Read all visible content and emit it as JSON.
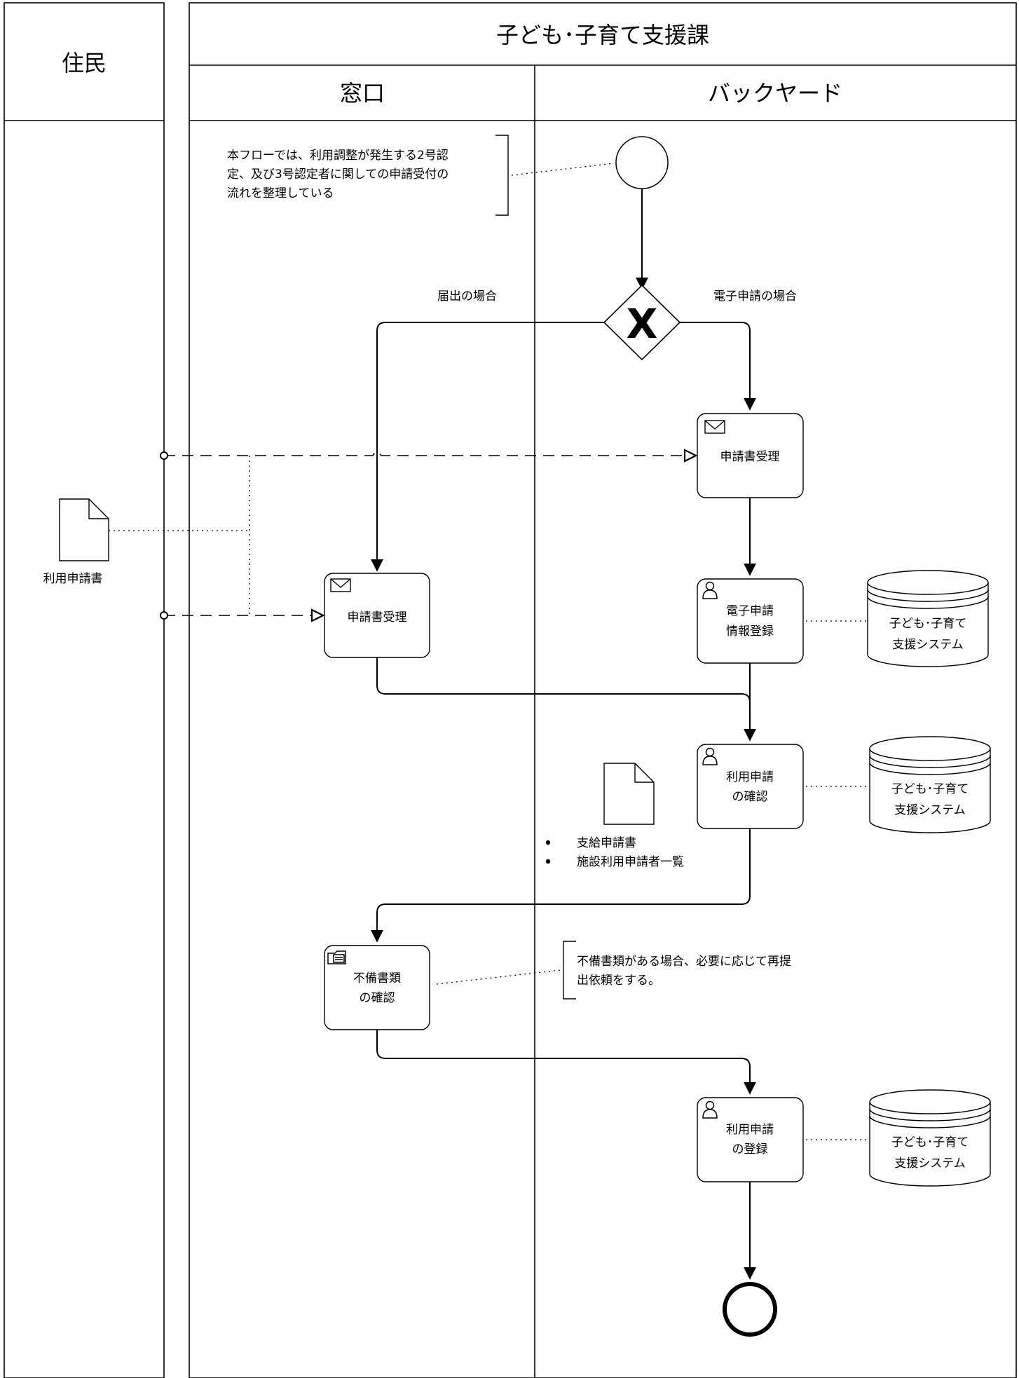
{
  "lanes": {
    "resident": "住民",
    "department": "子ども･子育て支援課",
    "counter": "窓口",
    "backyard": "バックヤード"
  },
  "annotations": {
    "intro": [
      "本フローでは、利用調整が発生する2号認",
      "定、及び3号認定者に関しての申請受付の",
      "流れを整理している"
    ],
    "resubmit": [
      "不備書類がある場合、必要に応じて再提",
      "出依頼をする。"
    ]
  },
  "gateway": {
    "symbol": "X",
    "left_label": "届出の場合",
    "right_label": "電子申請の場合"
  },
  "tasks": {
    "receive_backyard": [
      "申請書受理"
    ],
    "receive_counter": [
      "申請書受理"
    ],
    "e_register": [
      "電子申請",
      "情報登録"
    ],
    "confirm_usage": [
      "利用申請",
      "の確認"
    ],
    "check_missing": [
      "不備書類",
      "の確認"
    ],
    "register_usage": [
      "利用申請",
      "の登録"
    ]
  },
  "documents": {
    "usage_application": "利用申請書",
    "doc_list": [
      "支給申請書",
      "施設利用申請者一覧"
    ]
  },
  "datastores": {
    "system1": [
      "子ども･子育て",
      "支援システム"
    ],
    "system2": [
      "子ども･子育て",
      "支援システム"
    ],
    "system3": [
      "子ども･子育て",
      "支援システム"
    ]
  }
}
